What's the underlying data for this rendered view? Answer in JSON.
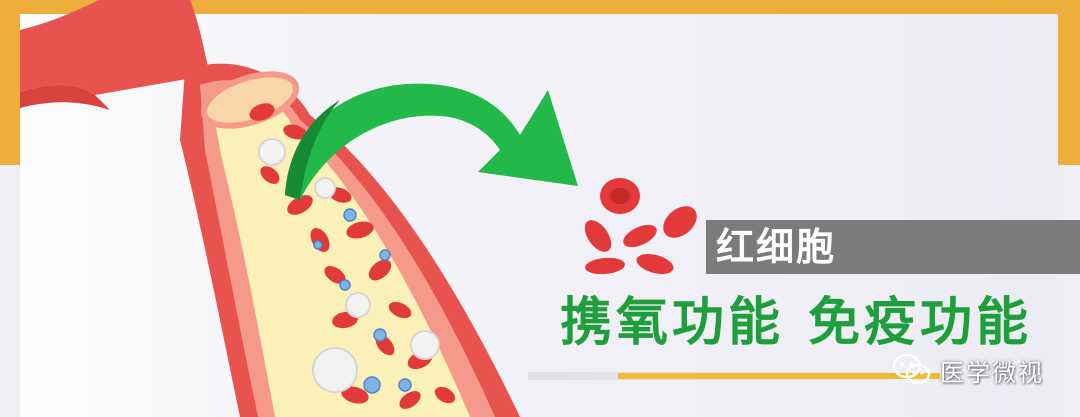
{
  "label": {
    "text": "红细胞"
  },
  "functions": {
    "oxygen": "携氧功能",
    "immune": "免疫功能"
  },
  "watermark": {
    "text": "医学微视",
    "icon": "wechat-icon"
  },
  "colors": {
    "frame": "#efae3c",
    "vessel": "#e8534f",
    "plasma": "#fbf1b8",
    "arrow": "#22b84a",
    "red_cell": "#e23a3a",
    "function_text": "#1f9e3c",
    "label_box": "#7b7b7b"
  }
}
